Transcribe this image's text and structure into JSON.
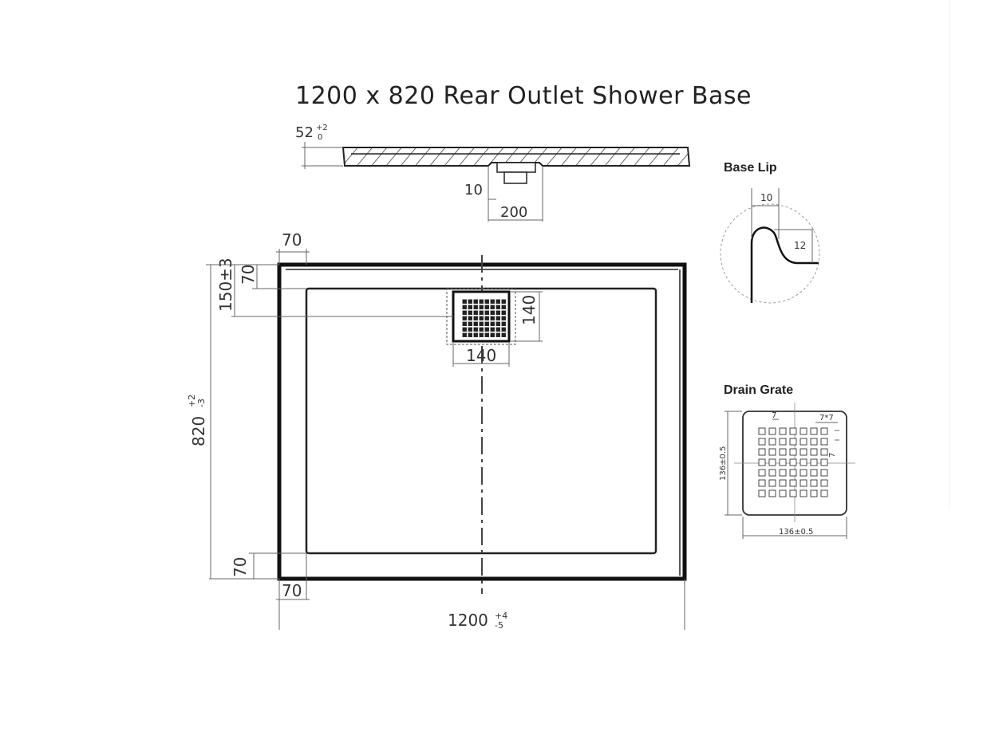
{
  "title": "1200 x 820 Rear Outlet Shower Base",
  "section_view": {
    "depth": "52",
    "depth_tol_plus": "+2",
    "depth_tol_minus": "0",
    "drain_offset": "10",
    "drain_width": "200"
  },
  "plan_view": {
    "lip_top": "70",
    "lip_left_top": "70",
    "drain_position": "150±3",
    "depth": "820",
    "depth_tol_plus": "+2",
    "depth_tol_minus": "-3",
    "lip_bottom": "70",
    "lip_left_bottom": "70",
    "width": "1200",
    "width_tol_plus": "+4",
    "width_tol_minus": "-5",
    "drain_width": "140",
    "drain_height": "140"
  },
  "base_lip": {
    "heading": "Base Lip",
    "dim_width": "10",
    "dim_height": "12"
  },
  "drain_grate": {
    "heading": "Drain Grate",
    "hole_size": "7",
    "hole_spacing": "7*7",
    "side_dim": "7",
    "height": "136±0.5",
    "width": "136±0.5"
  },
  "colors": {
    "line": "#111111",
    "dimension": "#666666",
    "text": "#222222"
  }
}
